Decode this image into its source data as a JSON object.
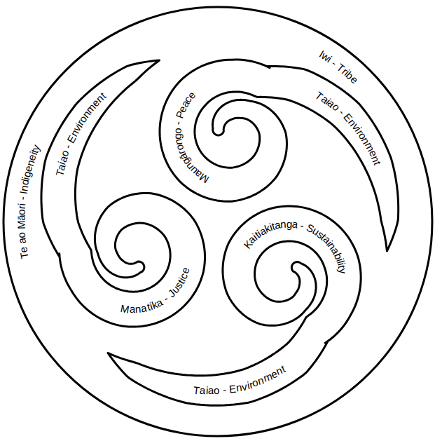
{
  "diagram": {
    "nodes": [
      {
        "text": [
          "Te ao Māori - Indigeneity",
          "Iwi - Tribe"
        ]
      },
      {
        "text": [
          "Maungārongo - Peace",
          "Taiao - Environment"
        ],
        "in": 0
      },
      {
        "text": [
          "Kaitiakitanga - Sustainability",
          "Taiao - Environment"
        ],
        "in": 0
      },
      {
        "text": [
          "Manatika - Justice",
          "Taiao - Environment"
        ],
        "in": 0
      }
    ]
  }
}
